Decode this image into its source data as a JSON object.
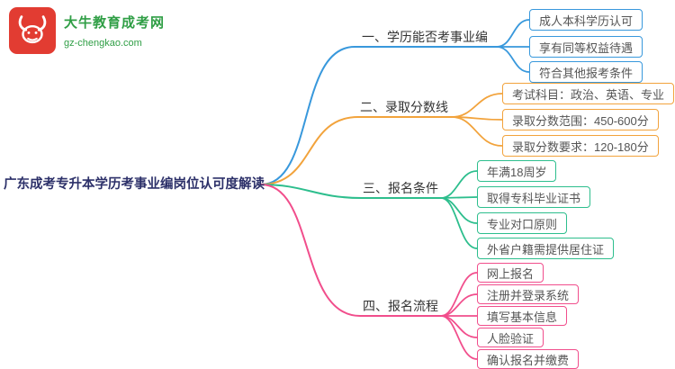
{
  "logo": {
    "brand": "大牛教育成考网",
    "domain": "gz-chengkao.com",
    "brand_color": "#2f9e45",
    "box_color": "#e23c32"
  },
  "root": {
    "label": "广东成考专升本学历考事业编岗位认可度解读"
  },
  "branches": [
    {
      "label": "一、学历能否考事业编",
      "color": "#3898dc",
      "items": [
        "成人本科学历认可",
        "享有同等权益待遇",
        "符合其他报考条件"
      ]
    },
    {
      "label": "二、录取分数线",
      "color": "#f2a33c",
      "items": [
        "考试科目：政治、英语、专业",
        "录取分数范围：450-600分",
        "录取分数要求：120-180分"
      ]
    },
    {
      "label": "三、报名条件",
      "color": "#2dbe8d",
      "items": [
        "年满18周岁",
        "取得专科毕业证书",
        "专业对口原则",
        "外省户籍需提供居住证"
      ]
    },
    {
      "label": "四、报名流程",
      "color": "#f14e8c",
      "items": [
        "网上报名",
        "注册并登录系统",
        "填写基本信息",
        "人脸验证",
        "确认报名并缴费"
      ]
    }
  ]
}
